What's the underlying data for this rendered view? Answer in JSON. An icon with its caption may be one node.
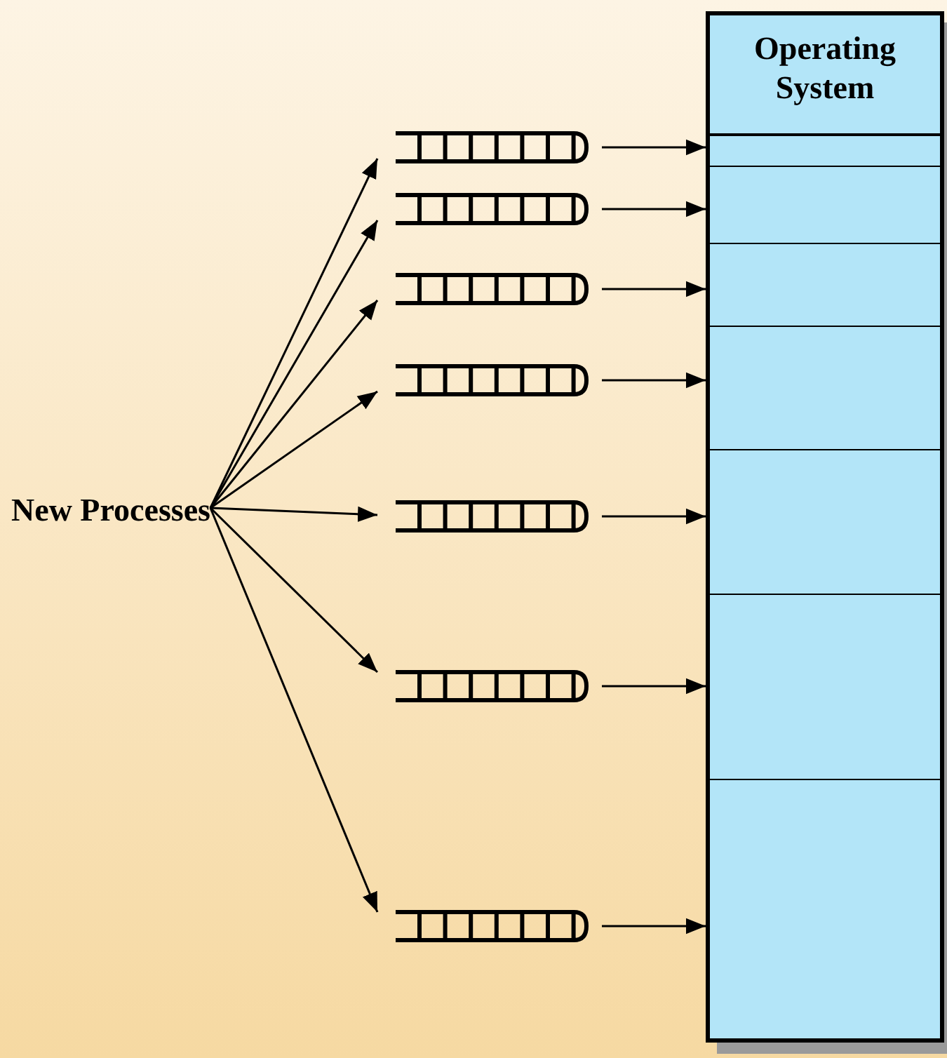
{
  "diagram": {
    "nodes": [
      {
        "text": [
          "New Processes"
        ]
      },
      {
        "text": [],
        "shape": "queue"
      },
      {
        "text": [],
        "shape": "queue"
      },
      {
        "text": [],
        "shape": "queue"
      },
      {
        "text": [],
        "shape": "queue"
      },
      {
        "text": [],
        "shape": "queue"
      },
      {
        "text": [],
        "shape": "queue"
      },
      {
        "text": [],
        "shape": "queue"
      },
      {
        "text": [
          "Operating System"
        ]
      },
      {
        "text": [],
        "shape": "box"
      },
      {
        "text": [],
        "shape": "box"
      },
      {
        "text": [],
        "shape": "box"
      },
      {
        "text": [],
        "shape": "box"
      },
      {
        "text": [],
        "shape": "box"
      },
      {
        "text": [],
        "shape": "box"
      },
      {
        "text": [],
        "shape": "box"
      }
    ],
    "edges": [
      {
        "from": 0,
        "to": 1,
        "arrow": "to"
      },
      {
        "from": 0,
        "to": 2,
        "arrow": "to"
      },
      {
        "from": 0,
        "to": 3,
        "arrow": "to"
      },
      {
        "from": 0,
        "to": 4,
        "arrow": "to"
      },
      {
        "from": 0,
        "to": 5,
        "arrow": "to"
      },
      {
        "from": 0,
        "to": 6,
        "arrow": "to"
      },
      {
        "from": 0,
        "to": 7,
        "arrow": "to"
      },
      {
        "from": 1,
        "to": 9,
        "arrow": "to"
      },
      {
        "from": 2,
        "to": 10,
        "arrow": "to"
      },
      {
        "from": 3,
        "to": 11,
        "arrow": "to"
      },
      {
        "from": 4,
        "to": 12,
        "arrow": "to"
      },
      {
        "from": 5,
        "to": 13,
        "arrow": "to"
      },
      {
        "from": 6,
        "to": 14,
        "arrow": "to"
      },
      {
        "from": 7,
        "to": 15,
        "arrow": "to"
      }
    ]
  }
}
